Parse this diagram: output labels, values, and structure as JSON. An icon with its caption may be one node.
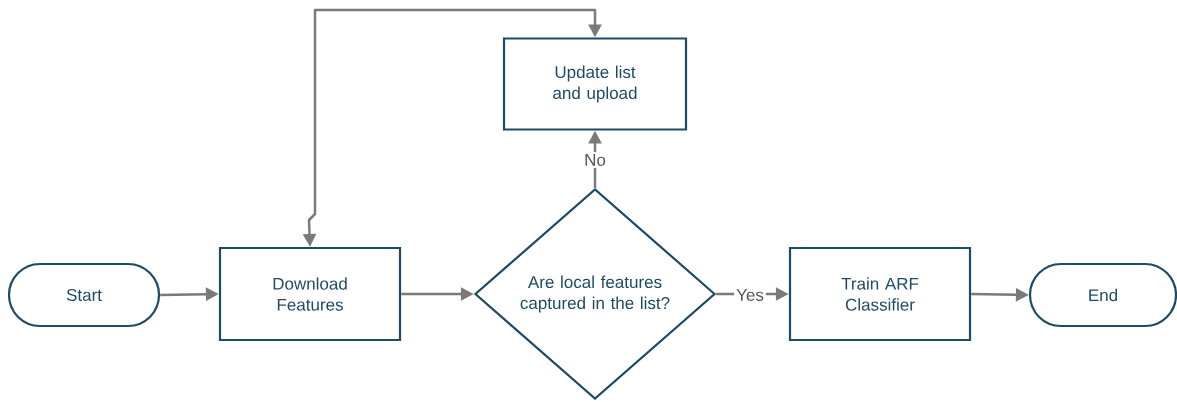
{
  "diagram": {
    "nodes": [
      {
        "text": [
          "Start"
        ]
      },
      {
        "text": [
          "Download Features"
        ]
      },
      {
        "text": [
          "Update list and upload"
        ]
      },
      {
        "text": [
          "Are local features captured in the list?"
        ]
      },
      {
        "text": [
          "Train ARF Classifier"
        ]
      },
      {
        "text": [
          "End"
        ]
      }
    ],
    "edges": [
      {
        "from": 0,
        "to": 1,
        "arrow": "to"
      },
      {
        "from": 1,
        "to": 3,
        "arrow": "to"
      },
      {
        "from": 3,
        "to": 4,
        "arrow": "to",
        "label": "Yes"
      },
      {
        "from": 4,
        "to": 5,
        "arrow": "to"
      },
      {
        "from": 3,
        "to": 2,
        "arrow": "to",
        "label": "No"
      },
      {
        "from": 1,
        "to": 2,
        "arrow": "both"
      }
    ]
  }
}
